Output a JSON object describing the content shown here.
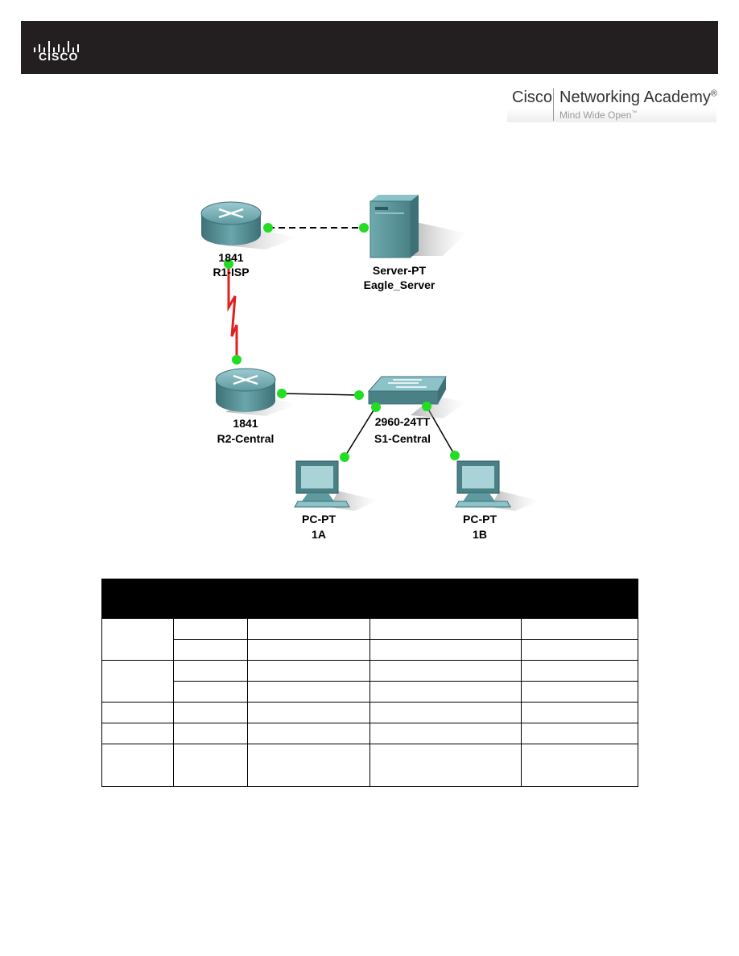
{
  "header": {
    "cisco_logo_text": "CISCO",
    "brand": "Cisco",
    "product": "Networking Academy",
    "registered": "®",
    "tagline": "Mind Wide Open",
    "tagline_tm": "™"
  },
  "topology": {
    "devices": [
      {
        "id": "r1",
        "model": "1841",
        "name": "R1-ISP"
      },
      {
        "id": "server",
        "model": "Server-PT",
        "name": "Eagle_Server"
      },
      {
        "id": "r2",
        "model": "1841",
        "name": "R2-Central"
      },
      {
        "id": "s1",
        "model": "2960-24TT",
        "name": "S1-Central"
      },
      {
        "id": "pc1a",
        "model": "PC-PT",
        "name": "1A"
      },
      {
        "id": "pc1b",
        "model": "PC-PT",
        "name": "1B"
      }
    ],
    "colors": {
      "serial_link": "#e02020",
      "link_up": "#22dd22",
      "device": "#5e9aa0"
    }
  }
}
